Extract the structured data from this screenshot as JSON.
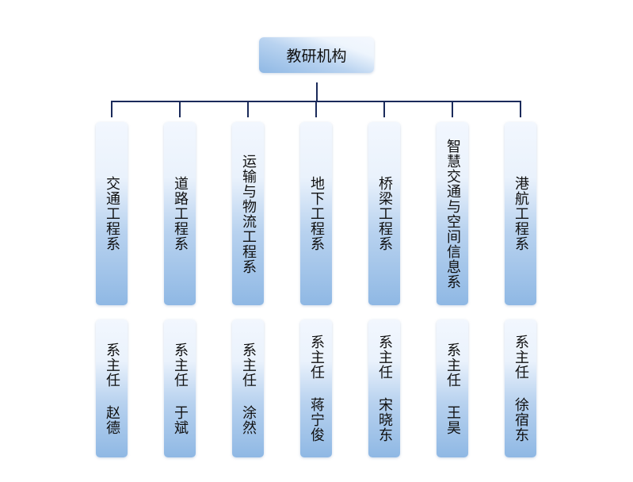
{
  "root": {
    "label": "教研机构"
  },
  "departments": [
    {
      "name": "交通工程系",
      "head": "系主任 赵德"
    },
    {
      "name": "道路工程系",
      "head": "系主任 于斌"
    },
    {
      "name": "运输与物流工程系",
      "head": "系主任 涂然"
    },
    {
      "name": "地下工程系",
      "head": "系主任 蒋宁俊"
    },
    {
      "name": "桥梁工程系",
      "head": "系主任 宋晓东"
    },
    {
      "name": "智慧交通与空间信息系",
      "head": "系主任 王昊"
    },
    {
      "name": "港航工程系",
      "head": "系主任 徐宿东"
    }
  ],
  "colors": {
    "line": "#1a2a5a",
    "box_bottom": "#8fb8e4",
    "box_top": "#f2f7fe"
  }
}
